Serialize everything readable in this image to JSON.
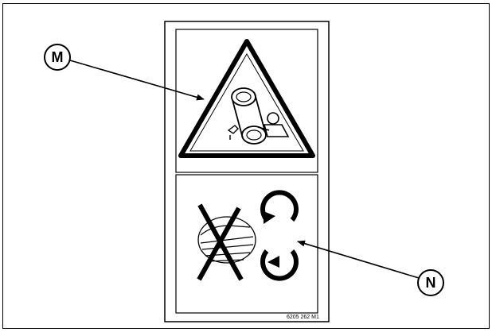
{
  "figure": {
    "callouts": [
      {
        "id": "M",
        "label": "M"
      },
      {
        "id": "N",
        "label": "N"
      }
    ],
    "decal_part_number": "6205 262 M1",
    "colors": {
      "ink": "#000000",
      "background": "#ffffff"
    },
    "icons": [
      "belt-entanglement-warning-icon",
      "no-hand-icon",
      "rotating-rollers-icon"
    ]
  }
}
